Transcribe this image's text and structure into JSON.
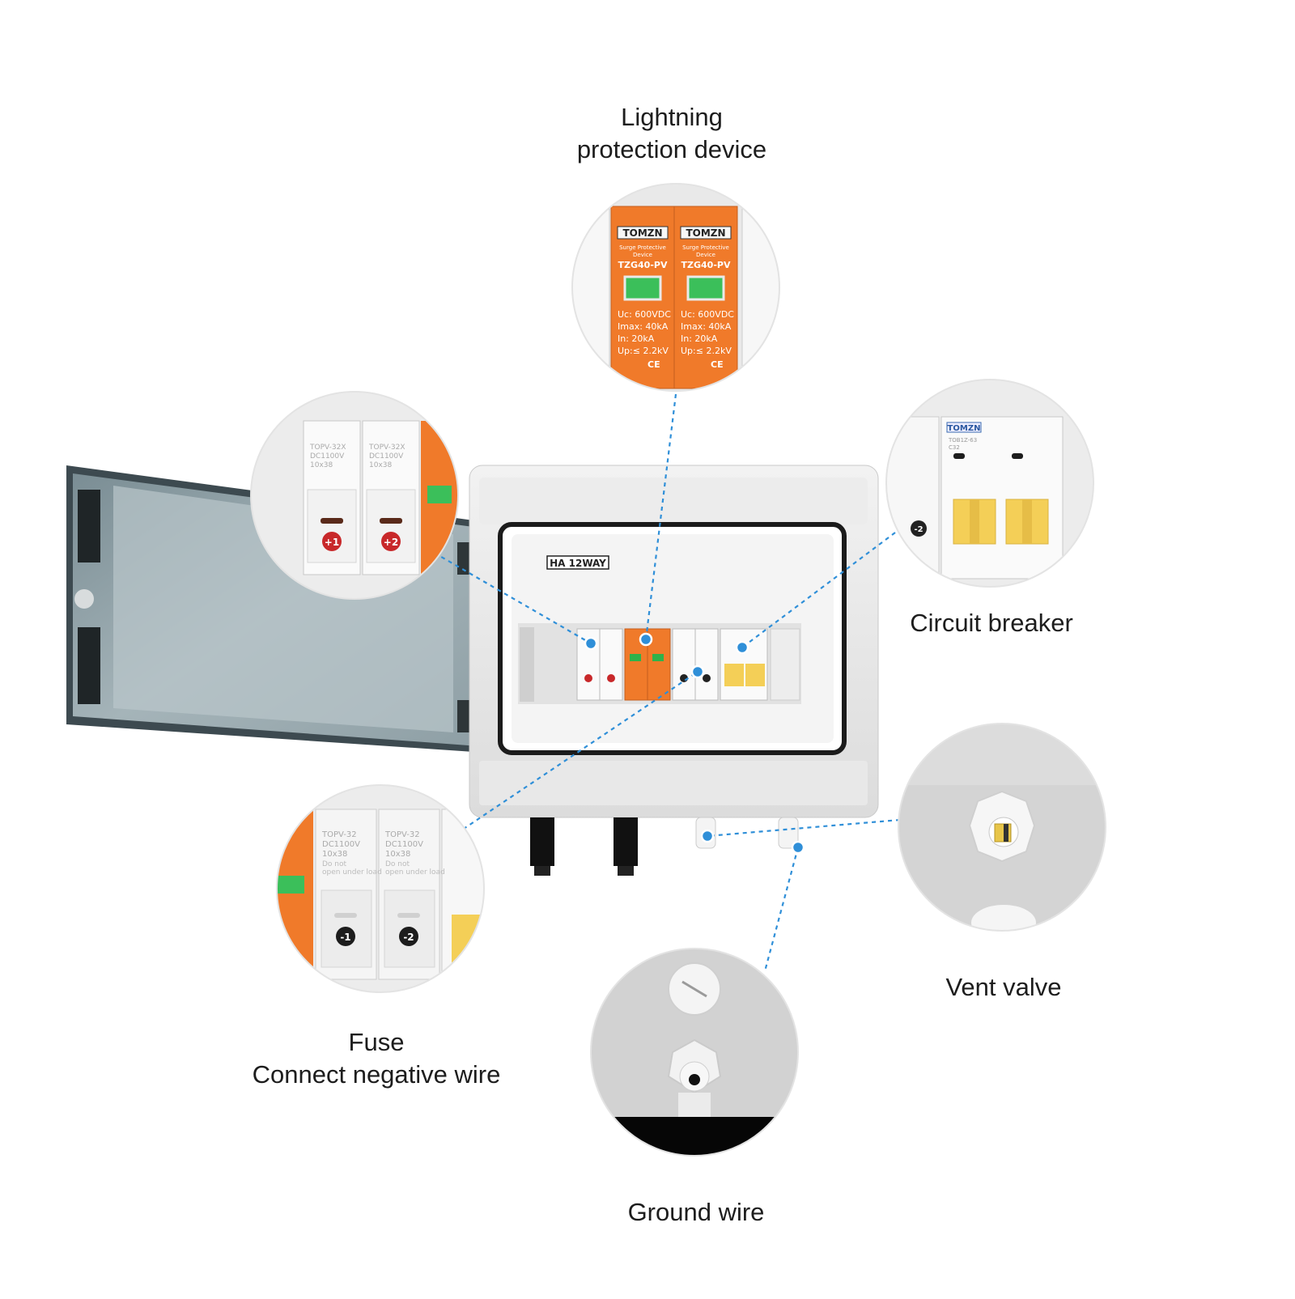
{
  "labels": {
    "lightning": [
      "Lightning",
      "protection device"
    ],
    "circuit_breaker": "Circuit breaker",
    "fuse": [
      "Fuse",
      "Connect negative wire"
    ],
    "vent_valve": "Vent valve",
    "ground_wire": "Ground wire"
  },
  "enclosure": {
    "model_label": "HA 12WAY"
  },
  "spd": {
    "brand": "TOMZN",
    "type": "Surge Protective",
    "type2": "Device",
    "model": "TZG40-PV",
    "specs": [
      "Uc:  600VDC",
      "Imax: 40kA",
      "In:    20kA",
      "Up:≤ 2.2kV"
    ],
    "marks": "CE"
  },
  "fuse_holder": {
    "model_top": "TOPV-32X",
    "model_bottom": "TOPV-32",
    "rating": "DC1100V",
    "size": "10x38",
    "warning": [
      "Do not",
      "open under load"
    ],
    "pos_labels": [
      "+1",
      "+2"
    ],
    "neg_labels": [
      "-1",
      "-2"
    ]
  },
  "breaker": {
    "brand": "TOMZN",
    "model": "TOB1Z-63",
    "rating": "C32"
  },
  "colors": {
    "callout": "#2f8fd8",
    "spd_orange": "#f07a2a",
    "breaker_yellow": "#f4cf57",
    "fuse_red": "#c8282a"
  },
  "icons": [
    "hinge-icon",
    "terminal-connector-icon",
    "cable-gland-icon",
    "vent-valve-icon",
    "blanking-plug-icon"
  ]
}
